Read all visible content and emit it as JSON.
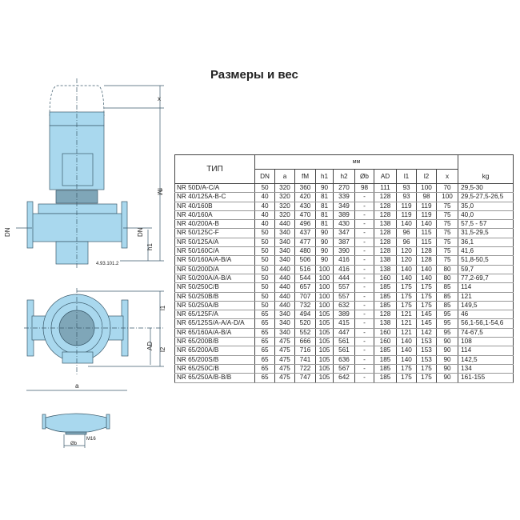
{
  "title": "Размеры и вес",
  "drawing": {
    "labels": {
      "x": "x",
      "fM": "fM",
      "DN": "DN",
      "h1": "h1",
      "l1": "l1",
      "l2": "l2",
      "AD": "AD",
      "a": "a",
      "M16": "M16",
      "ob": "Øb",
      "ref": "4.93.101.2"
    },
    "colors": {
      "body": "#a9d8ee",
      "outline": "#3b5a6b"
    }
  },
  "table": {
    "type_header": "ТИП",
    "unit_header": "мм",
    "kg_header": "kg",
    "columns": [
      "DN",
      "a",
      "fM",
      "h1",
      "h2",
      "Øb",
      "AD",
      "l1",
      "l2",
      "x"
    ],
    "rows": [
      {
        "type": "NR 50D/A-C/A",
        "v": [
          "50",
          "320",
          "360",
          "90",
          "270",
          "98",
          "111",
          "93",
          "100",
          "70"
        ],
        "kg": "29,5-30"
      },
      {
        "type": "NR 40/125A-B-C",
        "v": [
          "40",
          "320",
          "420",
          "81",
          "339",
          "-",
          "128",
          "93",
          "98",
          "100"
        ],
        "kg": "29,5-27,5-26,5"
      },
      {
        "type": "NR 40/160B",
        "v": [
          "40",
          "320",
          "430",
          "81",
          "349",
          "-",
          "128",
          "119",
          "119",
          "75"
        ],
        "kg": "35,0"
      },
      {
        "type": "NR 40/160A",
        "v": [
          "40",
          "320",
          "470",
          "81",
          "389",
          "-",
          "128",
          "119",
          "119",
          "75"
        ],
        "kg": "40,0"
      },
      {
        "type": "NR 40/200A-B",
        "v": [
          "40",
          "440",
          "496",
          "81",
          "430",
          "-",
          "138",
          "140",
          "140",
          "75"
        ],
        "kg": "57,5 - 57"
      },
      {
        "type": "NR 50/125C-F",
        "v": [
          "50",
          "340",
          "437",
          "90",
          "347",
          "-",
          "128",
          "96",
          "115",
          "75"
        ],
        "kg": "31,5-29,5"
      },
      {
        "type": "NR 50/125A/A",
        "v": [
          "50",
          "340",
          "477",
          "90",
          "387",
          "-",
          "128",
          "96",
          "115",
          "75"
        ],
        "kg": "36,1"
      },
      {
        "type": "NR 50/160C/A",
        "v": [
          "50",
          "340",
          "480",
          "90",
          "390",
          "-",
          "128",
          "120",
          "128",
          "75"
        ],
        "kg": "41,6"
      },
      {
        "type": "NR 50/160A/A-B/A",
        "v": [
          "50",
          "340",
          "506",
          "90",
          "416",
          "-",
          "138",
          "120",
          "128",
          "75"
        ],
        "kg": "51,8-50,5"
      },
      {
        "type": "NR 50/200D/A",
        "v": [
          "50",
          "440",
          "516",
          "100",
          "416",
          "-",
          "138",
          "140",
          "140",
          "80"
        ],
        "kg": "59,7"
      },
      {
        "type": "NR 50/200A/A-B/A",
        "v": [
          "50",
          "440",
          "544",
          "100",
          "444",
          "-",
          "160",
          "140",
          "140",
          "80"
        ],
        "kg": "77,2-69,7"
      },
      {
        "type": "NR 50/250C/B",
        "v": [
          "50",
          "440",
          "657",
          "100",
          "557",
          "-",
          "185",
          "175",
          "175",
          "85"
        ],
        "kg": "114"
      },
      {
        "type": "NR 50/250B/B",
        "v": [
          "50",
          "440",
          "707",
          "100",
          "557",
          "-",
          "185",
          "175",
          "175",
          "85"
        ],
        "kg": "121"
      },
      {
        "type": "NR 50/250A/B",
        "v": [
          "50",
          "440",
          "732",
          "100",
          "632",
          "-",
          "185",
          "175",
          "175",
          "85"
        ],
        "kg": "149,5"
      },
      {
        "type": "NR 65/125F/A",
        "v": [
          "65",
          "340",
          "494",
          "105",
          "389",
          "-",
          "128",
          "121",
          "145",
          "95"
        ],
        "kg": "46"
      },
      {
        "type": "NR 65/125S/A-A/A-D/A",
        "v": [
          "65",
          "340",
          "520",
          "105",
          "415",
          "-",
          "138",
          "121",
          "145",
          "95"
        ],
        "kg": "56,1-56,1-54,6"
      },
      {
        "type": "NR 65/160A/A-B/A",
        "v": [
          "65",
          "340",
          "552",
          "105",
          "447",
          "-",
          "160",
          "121",
          "142",
          "95"
        ],
        "kg": "74-67,5"
      },
      {
        "type": "NR 65/200B/B",
        "v": [
          "65",
          "475",
          "666",
          "105",
          "561",
          "-",
          "160",
          "140",
          "153",
          "90"
        ],
        "kg": "108"
      },
      {
        "type": "NR 65/200A/B",
        "v": [
          "65",
          "475",
          "716",
          "105",
          "561",
          "-",
          "185",
          "140",
          "153",
          "90"
        ],
        "kg": "114"
      },
      {
        "type": "NR 65/200S/B",
        "v": [
          "65",
          "475",
          "741",
          "105",
          "636",
          "-",
          "185",
          "140",
          "153",
          "90"
        ],
        "kg": "142,5"
      },
      {
        "type": "NR 65/250C/B",
        "v": [
          "65",
          "475",
          "722",
          "105",
          "567",
          "-",
          "185",
          "175",
          "175",
          "90"
        ],
        "kg": "134"
      },
      {
        "type": "NR 65/250A/B-B/B",
        "v": [
          "65",
          "475",
          "747",
          "105",
          "642",
          "-",
          "185",
          "175",
          "175",
          "90"
        ],
        "kg": "161-155"
      }
    ]
  }
}
